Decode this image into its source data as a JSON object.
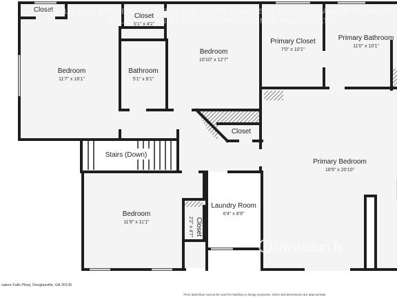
{
  "rooms": {
    "closet_top_left": {
      "name": "Closet",
      "dims": ""
    },
    "closet_top": {
      "name": "Closet",
      "dims": "5'1\" x 4'2\""
    },
    "bedroom_nw": {
      "name": "Bedroom",
      "dims": "11'7\" x 16'1\""
    },
    "bathroom": {
      "name": "Bathroom",
      "dims": "5'1\" x 8'1\""
    },
    "bedroom_center": {
      "name": "Bedroom",
      "dims": "10'10\" x 12'7\""
    },
    "primary_closet": {
      "name": "Primary Closet",
      "dims": "7'0\" x 10'1\""
    },
    "primary_bathroom": {
      "name": "Primary Bathroom",
      "dims": "11'0\" x 10'1\""
    },
    "closet_mid": {
      "name": "Closet",
      "dims": ""
    },
    "stairs": {
      "name": "Stairs (Down)",
      "dims": ""
    },
    "primary_bedroom": {
      "name": "Primary Bedroom",
      "dims": "18'5\" x 20'10\""
    },
    "bedroom_sw": {
      "name": "Bedroom",
      "dims": "11'9\" x 11'1\""
    },
    "laundry": {
      "name": "Laundry Room",
      "dims": "6'4\" x 8'9\""
    },
    "closet_small": {
      "name": "Closet",
      "dims": "2'2\" x 4'7\""
    }
  },
  "watermark": {
    "line1": "THE LISTING BROKERAGE IS BUT THE BUYER IS ADVISED TO VERIFY ALL INFORMATION",
    "line2": "A FLOOR PLAN BY THE INVITATION HOMES REAL ESTATE",
    "logo": "invitation h"
  },
  "footer": {
    "address": "vakee Falls Pkwy, Douglasville, GA 30135",
    "disclaimer": "Floor plans/tour cannot be used for building or design purposes. Sizes and dimensions are approximate."
  },
  "colors": {
    "wall": "#1e1e1e",
    "floor": "#f4f4f4",
    "background": "#ffffff"
  }
}
